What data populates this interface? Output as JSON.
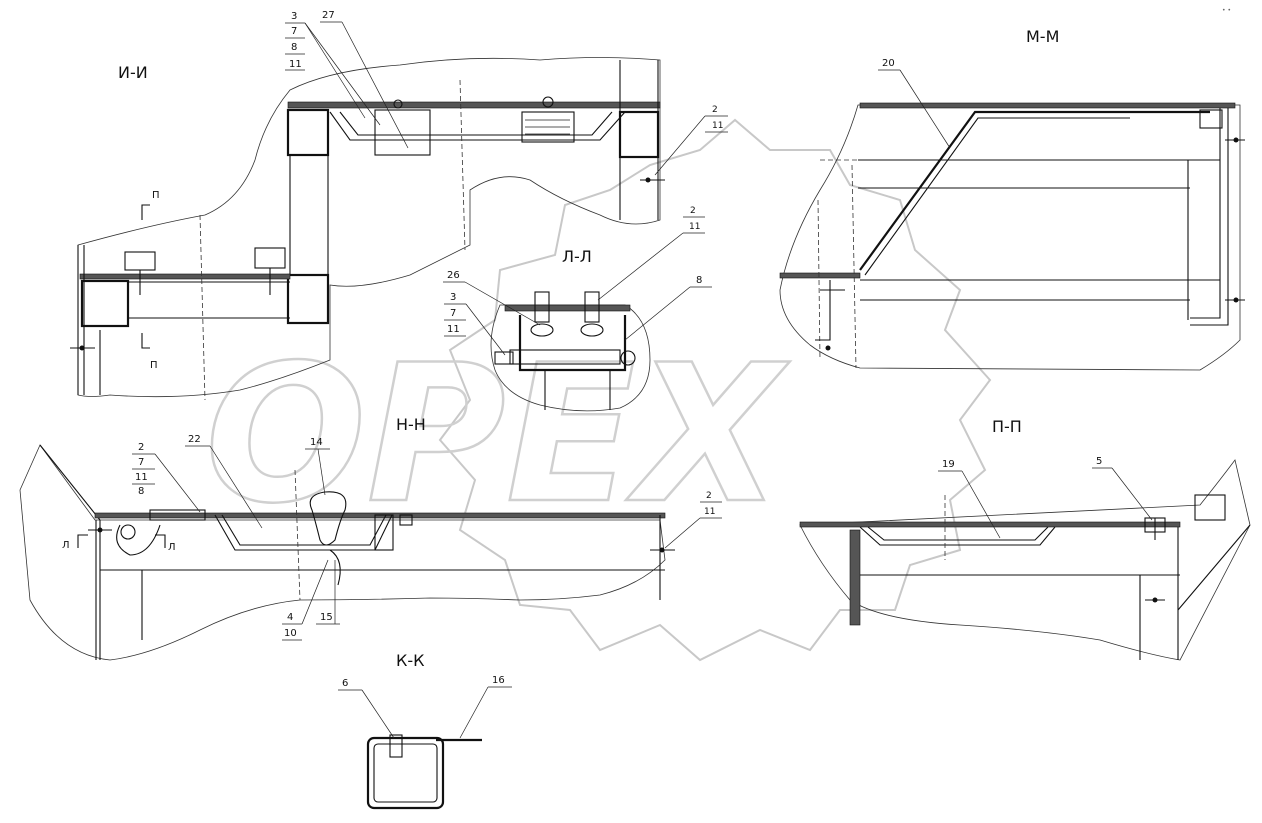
{
  "sections": {
    "ii": "И-И",
    "mm": "М-М",
    "ll": "Л-Л",
    "nn": "Н-Н",
    "pp": "П-П",
    "kk": "К-К"
  },
  "cut_marks": {
    "p_top": "П",
    "p_bottom": "П",
    "l_left": "Л",
    "l_right": "Л"
  },
  "callouts": {
    "ii_stack": [
      "3",
      "7",
      "8",
      "11"
    ],
    "ii_27": "27",
    "ii_right": [
      "2",
      "11"
    ],
    "mm_20": "20",
    "ll_top": [
      "2",
      "11"
    ],
    "ll_26": "26",
    "ll_left": [
      "3",
      "7",
      "11"
    ],
    "ll_8": "8",
    "nn_stack": [
      "2",
      "7",
      "11",
      "8"
    ],
    "nn_22": "22",
    "nn_14": "14",
    "nn_bottom": [
      "4",
      "10"
    ],
    "nn_15": "15",
    "nn_right": [
      "2",
      "11"
    ],
    "pp_19": "19",
    "pp_5": "5",
    "kk_6": "6",
    "kk_16": "16"
  },
  "watermark": "OPEX",
  "corner_mark": "• •"
}
